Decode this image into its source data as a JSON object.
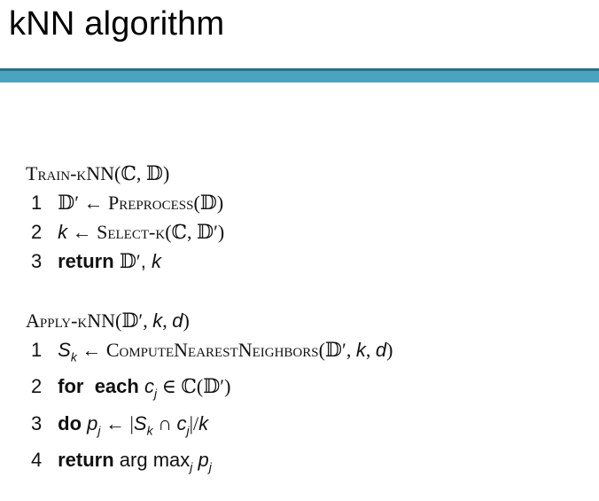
{
  "title": "kNN algorithm",
  "train": {
    "header": "Train-kNN(ℂ, 𝔻)",
    "lines": [
      {
        "num": "1",
        "text": "𝔻′ ← Preprocess(𝔻)"
      },
      {
        "num": "2",
        "text": "k ← Select-k(ℂ, 𝔻′)"
      },
      {
        "num": "3",
        "text": "return 𝔻′, k"
      }
    ]
  },
  "apply": {
    "header": "Apply-kNN(𝔻′, k, d)",
    "lines": [
      {
        "num": "1",
        "text": "Sk ← ComputeNearestNeighbors(𝔻′, k, d)"
      },
      {
        "num": "2",
        "text": "for each cj ∈ ℂ(𝔻′)"
      },
      {
        "num": "3",
        "text": "do pj ← |Sk ∩ cj|/k"
      },
      {
        "num": "4",
        "text": "return arg maxj pj"
      }
    ]
  },
  "colors": {
    "band": "#4aa3bf",
    "band_edge": "#2e6f82"
  }
}
